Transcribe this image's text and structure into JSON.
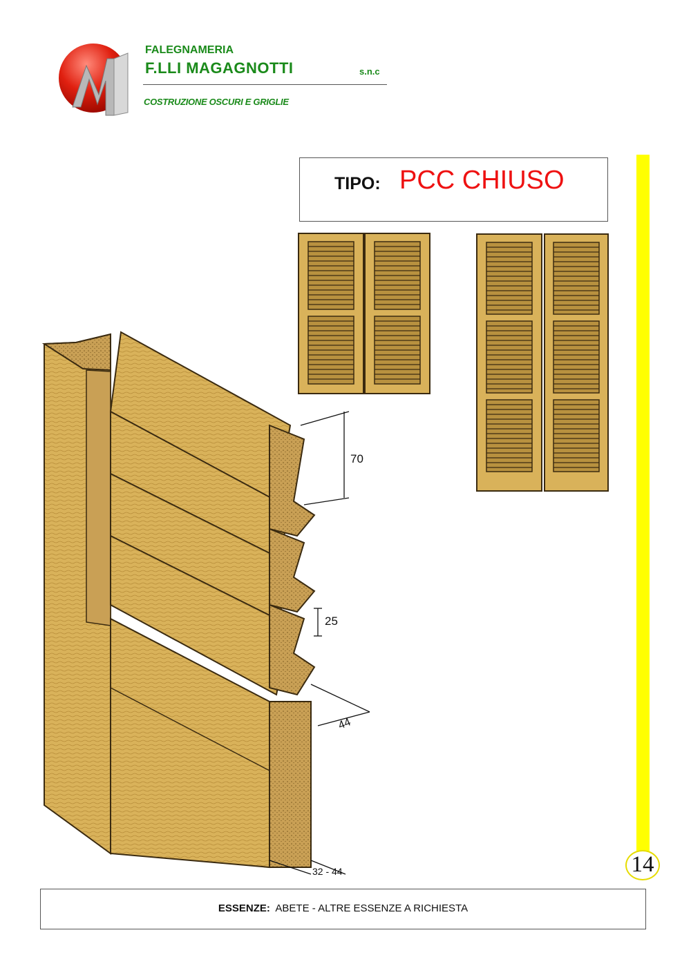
{
  "header": {
    "company_line1": "FALEGNAMERIA",
    "company_name": "F.LLI MAGAGNOTTI",
    "company_suffix": "s.n.c",
    "company_tagline": "COSTRUZIONE OSCURI E GRIGLIE"
  },
  "title": {
    "label": "TIPO:",
    "value": "PCC CHIUSO"
  },
  "dimensions": {
    "louvre_height": "70",
    "louvre_gap": "25",
    "depth": "44",
    "thickness": "32 - 44"
  },
  "page_number": "14",
  "footer": {
    "label": "ESSENZE:",
    "text": "ABETE - ALTRE ESSENZE A RICHIESTA"
  },
  "colors": {
    "brand_green": "#1a8a1a",
    "title_red": "#ee1111",
    "accent_yellow": "#ffff00",
    "wood": "#d9b25a"
  }
}
